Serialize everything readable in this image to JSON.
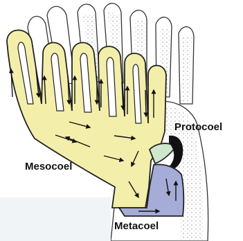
{
  "labels": {
    "protocoel": "Protocoel",
    "mesocoel": "Mesocoel",
    "metacoel": "Metacoel"
  },
  "colors": {
    "mesocoel_fill": "#f3eeaa",
    "protocoel_fill": "#cfe7cc",
    "metacoel_fill": "#a6acd8",
    "outline": "#222222",
    "stipple": "#8a8a8a"
  }
}
